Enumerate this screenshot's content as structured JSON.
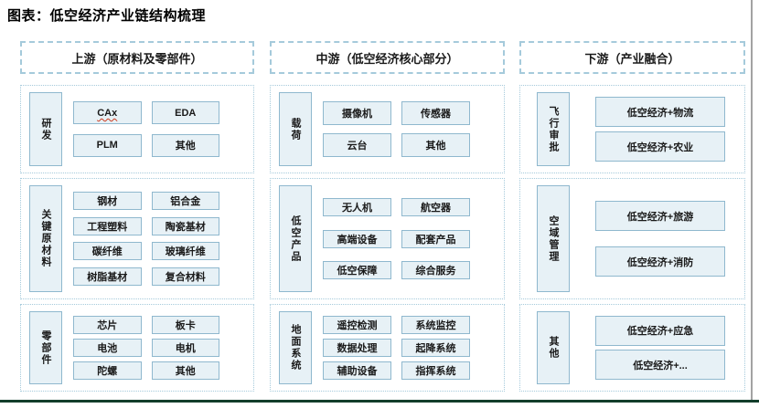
{
  "title": "图表：低空经济产业链结构梳理",
  "colors": {
    "box_fill": "#e7f1f6",
    "box_border": "#8fb8ce",
    "dashed_border": "#a5cadb",
    "text": "#1a1a1a",
    "bottom_rule": "#123d2b",
    "side_border": "#a3a3a3"
  },
  "annotations": {
    "spellcheck_underlined": [
      "CAx"
    ]
  },
  "columns": [
    {
      "id": "upstream",
      "header": "上游（原材料及零部件）",
      "sections": [
        {
          "label": "研发",
          "cols": 2,
          "items": [
            "CAx",
            "EDA",
            "PLM",
            "其他"
          ]
        },
        {
          "label": "关键原材料",
          "cols": 2,
          "items": [
            "钢材",
            "铝合金",
            "工程塑料",
            "陶瓷基材",
            "碳纤维",
            "玻璃纤维",
            "树脂基材",
            "复合材料"
          ]
        },
        {
          "label": "零部件",
          "cols": 2,
          "items": [
            "芯片",
            "板卡",
            "电池",
            "电机",
            "陀螺",
            "其他"
          ]
        }
      ]
    },
    {
      "id": "midstream",
      "header": "中游（低空经济核心部分）",
      "sections": [
        {
          "label": "载荷",
          "cols": 2,
          "items": [
            "摄像机",
            "传感器",
            "云台",
            "其他"
          ]
        },
        {
          "label": "低空产品",
          "cols": 2,
          "items": [
            "无人机",
            "航空器",
            "高端设备",
            "配套产品",
            "低空保障",
            "综合服务"
          ]
        },
        {
          "label": "地面系统",
          "cols": 2,
          "items": [
            "遥控检测",
            "系统监控",
            "数据处理",
            "起降系统",
            "辅助设备",
            "指挥系统"
          ]
        }
      ]
    },
    {
      "id": "downstream",
      "header": "下游（产业融合）",
      "sections": [
        {
          "label": "飞行审批",
          "cols": 1,
          "items": [
            "低空经济+物流",
            "低空经济+农业"
          ]
        },
        {
          "label": "空域管理",
          "cols": 1,
          "items": [
            "低空经济+旅游",
            "低空经济+消防"
          ]
        },
        {
          "label": "其他",
          "cols": 1,
          "items": [
            "低空经济+应急",
            "低空经济+..."
          ]
        }
      ]
    }
  ]
}
